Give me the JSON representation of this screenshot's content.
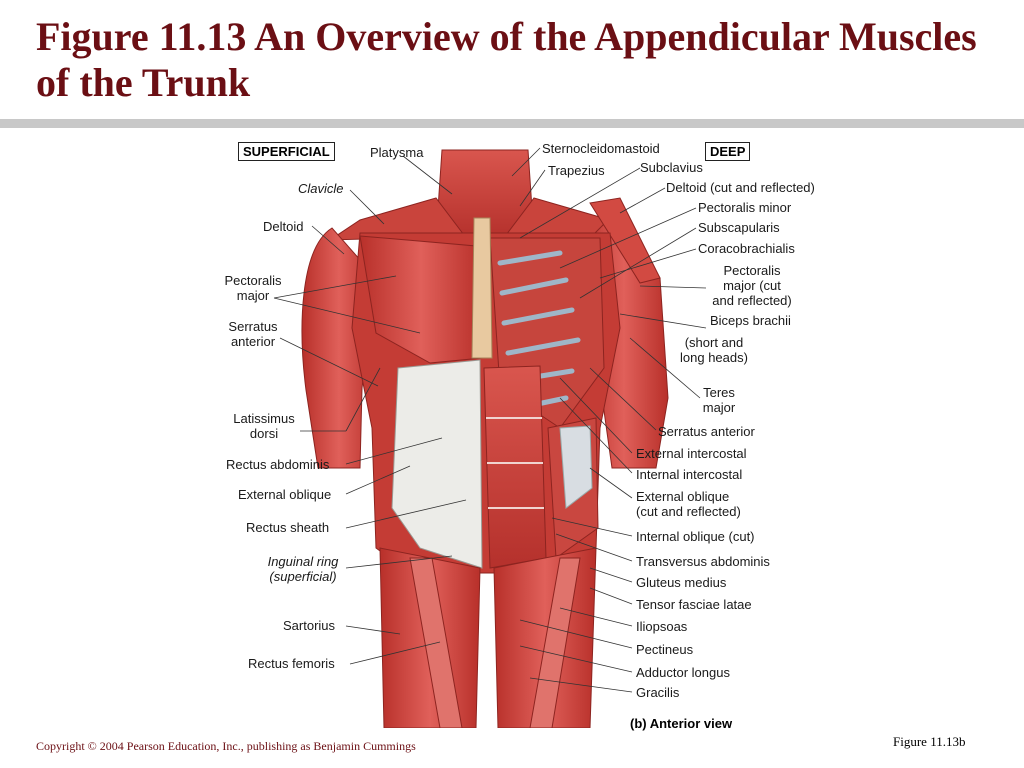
{
  "title": "Figure 11.13  An Overview of the Appendicular Muscles of the Trunk",
  "panel_labels": {
    "superficial": "SUPERFICIAL",
    "deep": "DEEP"
  },
  "caption": "(b) Anterior view",
  "left_labels": {
    "platysma": "Platysma",
    "clavicle": "Clavicle",
    "deltoid": "Deltoid",
    "pectoralis_major_1": "Pectoralis",
    "pectoralis_major_2": "major",
    "serratus_anterior_1": "Serratus",
    "serratus_anterior_2": "anterior",
    "latissimus_1": "Latissimus",
    "latissimus_2": "dorsi",
    "rectus_abdominis": "Rectus abdominis",
    "external_oblique": "External oblique",
    "rectus_sheath": "Rectus sheath",
    "inguinal_1": "Inguinal ring",
    "inguinal_2": "(superficial)",
    "sartorius": "Sartorius",
    "rectus_femoris": "Rectus femoris"
  },
  "right_labels": {
    "sternocleidomastoid": "Sternocleidomastoid",
    "trapezius": "Trapezius",
    "subclavius": "Subclavius",
    "deltoid_cut": "Deltoid (cut and reflected)",
    "pectoralis_minor": "Pectoralis minor",
    "subscapularis": "Subscapularis",
    "coracobrachialis": "Coracobrachialis",
    "pec_major_cut_1": "Pectoralis",
    "pec_major_cut_2": "major (cut",
    "pec_major_cut_3": "and reflected)",
    "biceps_1": "Biceps brachii",
    "biceps_2": "(short and",
    "biceps_3": "long heads)",
    "teres_1": "Teres",
    "teres_2": "major",
    "serratus_anterior": "Serratus anterior",
    "external_intercostal": "External intercostal",
    "internal_intercostal": "Internal intercostal",
    "ext_oblique_cut_1": "External oblique",
    "ext_oblique_cut_2": "(cut and reflected)",
    "internal_oblique": "Internal oblique (cut)",
    "transversus": "Transversus abdominis",
    "gluteus_medius": "Gluteus medius",
    "tensor": "Tensor fasciae latae",
    "iliopsoas": "Iliopsoas",
    "pectineus": "Pectineus",
    "adductor_longus": "Adductor longus",
    "gracilis": "Gracilis"
  },
  "footer": {
    "copyright": "Copyright © 2004 Pearson Education, Inc., publishing as Benjamin Cummings",
    "figure_ref": "Figure 11.13b"
  }
}
